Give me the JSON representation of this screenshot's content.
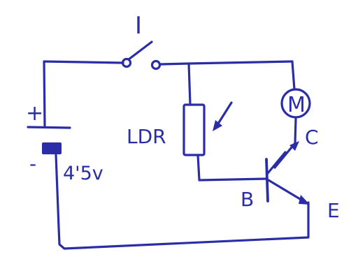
{
  "diagram": {
    "ink_color": "#2a2da6",
    "background_color": "#ffffff",
    "labels": {
      "switch": "I",
      "ldr": "LDR",
      "battery_plus": "+",
      "battery_minus": "-",
      "battery_voltage": "4'5v",
      "motor": "M",
      "collector": "C",
      "base": "B",
      "emitter": "E"
    }
  }
}
